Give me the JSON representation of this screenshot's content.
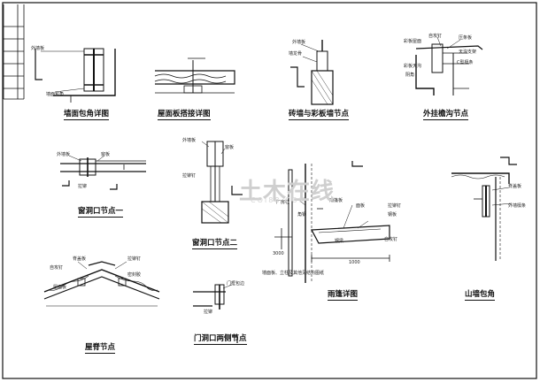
{
  "captions": {
    "c1": "墙面包角详图",
    "c2": "屋面板搭接详图",
    "c3": "砖墙与彩板墙节点",
    "c4": "外挂檐沟节点",
    "c5": "窗洞口节点一",
    "c6": "窗洞口节点二",
    "c7": "雨篷详图",
    "c8": "山墙包角",
    "c9": "屋脊节点",
    "c10": "门洞口两侧节点"
  },
  "labels": {
    "l_waiqiangban_1": "外墙板",
    "l_qiangmianbaojiao": "墙面包角",
    "l_waiqiangban_3": "外墙板",
    "l_zhuanshangban": "墙龙骨",
    "l_waiqiangban_6": "外墙板",
    "l_chuangban": "窗板",
    "l_zhezhi_6": "拉铆钉",
    "l_chuangban_5": "窗板",
    "l_lasuo_5": "拉铆",
    "l_caibanwumian": "彩板屋面",
    "l_caibantiangou": "彩板天沟",
    "l_zixingluo": "自攻钉",
    "l_yabanjiao": "压条板",
    "l_tiangou_zhi": "天沟支架",
    "l_chengbantiao": "C型檩条",
    "l_duojiao": "阴角",
    "l_changgang": "厂房柱",
    "l_yupengban": "雨篷板",
    "l_jiaogang": "角钢",
    "l_mianban": "面板",
    "l_zhuangluo": "拉铆钉",
    "l_suoluo": "钢板",
    "l_zixing": "自攻钉",
    "l_gangliang": "钢梁",
    "l_note_7": "墙面板、立柱及其他见结构图纸",
    "l_dim_7": "3000",
    "l_dim_7b": "1000",
    "l_wuxiangban": "外墙板",
    "l_shanqiang": "外墙檩条",
    "l_jibeiban": "脊盖板",
    "l_lamaoding": "拉铆钉",
    "l_zixingding": "自攻钉",
    "l_fenggaiban": "密封胶",
    "l_wumianban": "屋面板",
    "l_menkou": "门洞",
    "l_mentiaogang": "门框包边",
    "l_lasuo_10": "拉铆"
  },
  "watermark": {
    "main": "土木在线",
    "sub": "COI88.COM"
  }
}
